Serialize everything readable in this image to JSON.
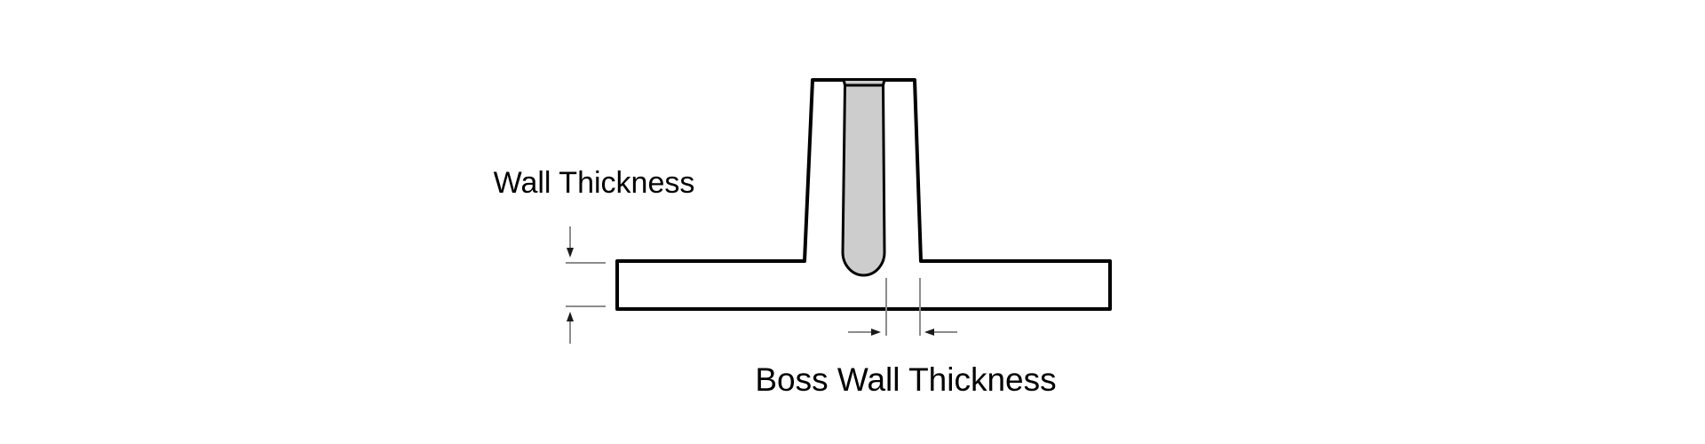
{
  "diagram": {
    "name": "boss-and-wall-thickness-cross-section",
    "labels": {
      "wall_thickness": "Wall Thickness",
      "boss_wall_thickness": "Boss Wall Thickness"
    },
    "colors": {
      "background": "#ffffff",
      "outline": "#000000",
      "part_fill": "#ffffff",
      "hole_fill": "#cdcdcd",
      "dimension_line": "#8c8c8c",
      "arrowhead": "#1a1a1a",
      "label_text": "#000000"
    }
  }
}
